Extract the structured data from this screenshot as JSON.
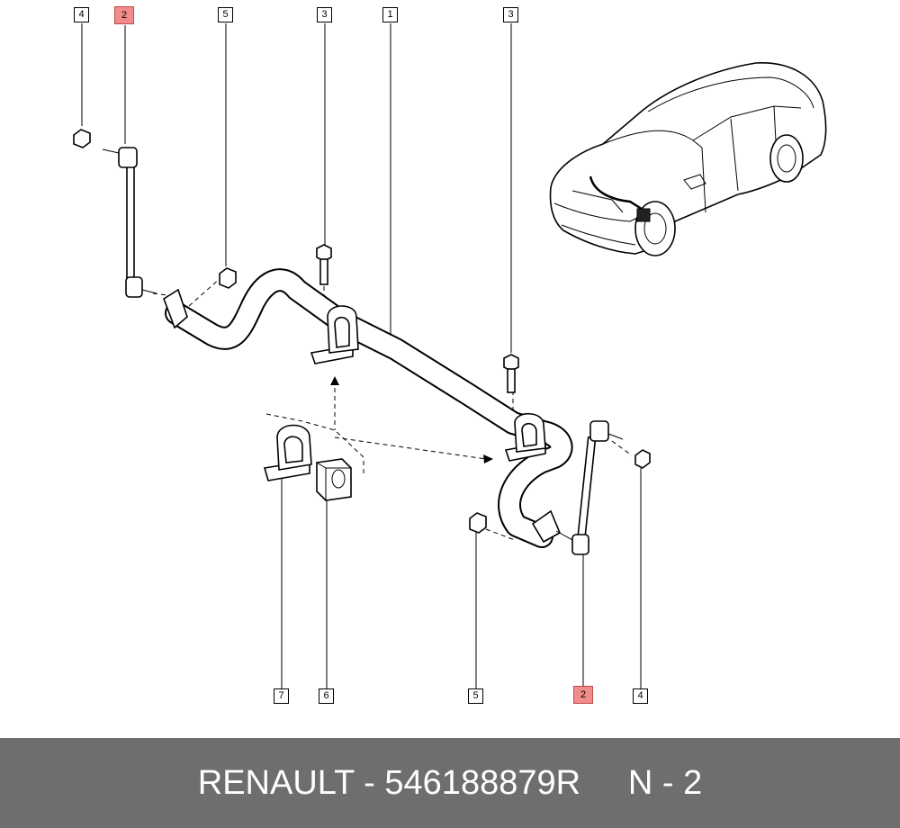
{
  "callouts": {
    "top_4": "4",
    "top_2": "2",
    "top_5": "5",
    "top_3_left": "3",
    "top_1": "1",
    "top_3_right": "3",
    "bottom_7": "7",
    "bottom_6": "6",
    "bottom_5": "5",
    "bottom_2": "2",
    "bottom_4": "4"
  },
  "colors": {
    "highlight": "#f28b8b",
    "footer_bg": "#6e6e6e",
    "footer_text": "#ffffff"
  },
  "footer": {
    "brand": "RENAULT",
    "sep1": " - ",
    "part_number": "546188879R",
    "gap": "     ",
    "ref": "N - 2"
  }
}
